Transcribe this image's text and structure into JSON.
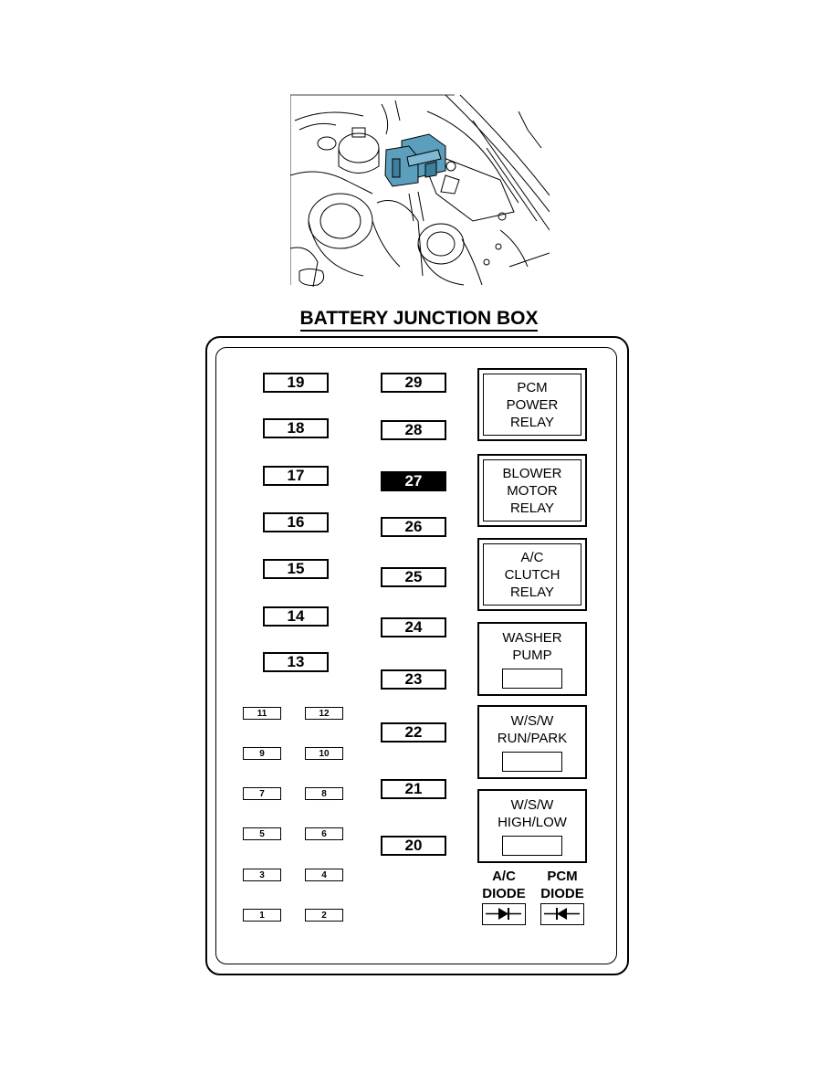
{
  "title": "BATTERY JUNCTION BOX",
  "illustration": {
    "highlight_color": "#5b9fbd"
  },
  "fuses_large_left": [
    "19",
    "18",
    "17",
    "16",
    "15",
    "14",
    "13"
  ],
  "fuses_large_middle": [
    "29",
    "28",
    "27",
    "26",
    "25",
    "24",
    "23",
    "22",
    "21",
    "20"
  ],
  "highlighted_fuse": "27",
  "fuses_small": [
    [
      "11",
      "12"
    ],
    [
      "9",
      "10"
    ],
    [
      "7",
      "8"
    ],
    [
      "5",
      "6"
    ],
    [
      "3",
      "4"
    ],
    [
      "1",
      "2"
    ]
  ],
  "relays": [
    {
      "lines": [
        "PCM",
        "POWER",
        "RELAY"
      ]
    },
    {
      "lines": [
        "BLOWER",
        "MOTOR",
        "RELAY"
      ]
    },
    {
      "lines": [
        "A/C",
        "CLUTCH",
        "RELAY"
      ]
    }
  ],
  "components": [
    {
      "lines": [
        "WASHER",
        "PUMP"
      ]
    },
    {
      "lines": [
        "W/S/W",
        "RUN/PARK"
      ]
    },
    {
      "lines": [
        "W/S/W",
        "HIGH/LOW"
      ]
    }
  ],
  "diodes": [
    {
      "lines": [
        "A/C",
        "DIODE"
      ],
      "direction": "right"
    },
    {
      "lines": [
        "PCM",
        "DIODE"
      ],
      "direction": "left"
    }
  ]
}
